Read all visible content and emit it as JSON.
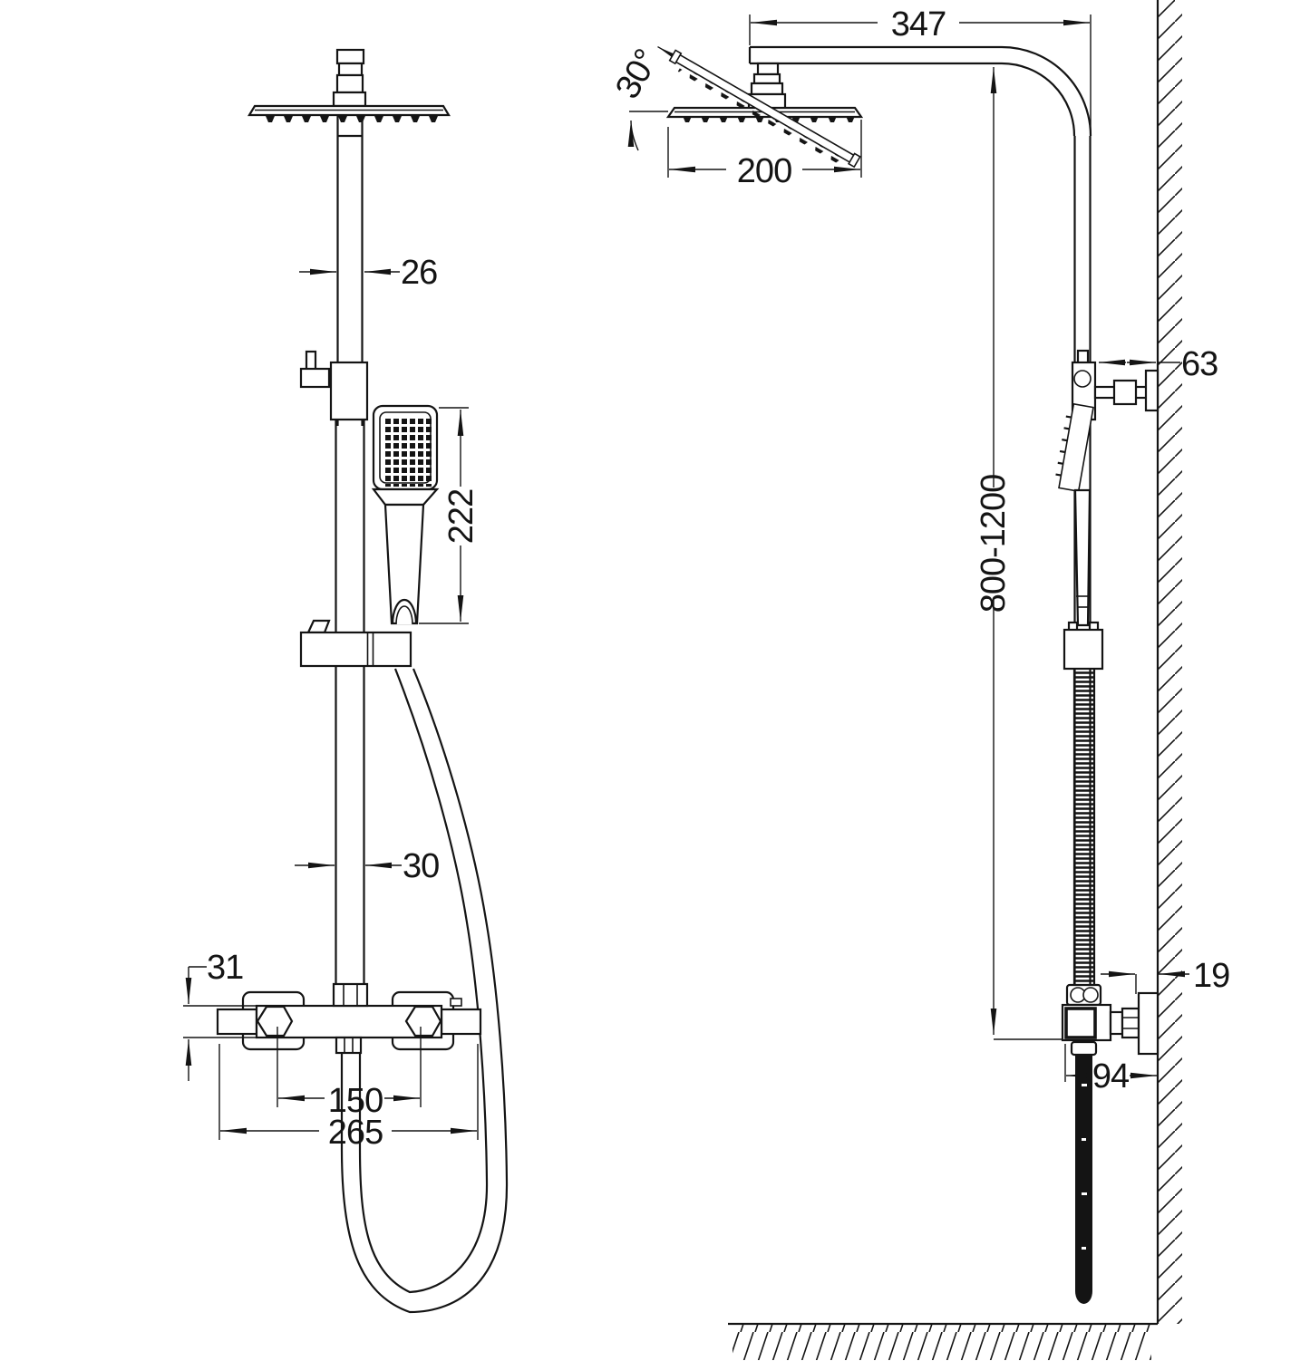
{
  "drawing": {
    "kind": "technical-dimension-drawing",
    "subject": "Thermostatic shower column with square rain head, hand shower and wall-mounted mixer valve",
    "views": {
      "left": "front elevation",
      "right": "side elevation against wall"
    },
    "dimensions": {
      "pipe_upper_width": "26",
      "hand_shower_length": "222",
      "pipe_lower_width": "30",
      "valve_body_height": "31",
      "inlet_spacing": "150",
      "valve_overall_width": "265",
      "arm_length": "347",
      "head_tilt_angle": "30°",
      "head_width": "200",
      "wall_clearance": "63",
      "riser_height_range": "800-1200",
      "wall_plate_depth": "19",
      "valve_depth_from_wall": "94"
    }
  }
}
